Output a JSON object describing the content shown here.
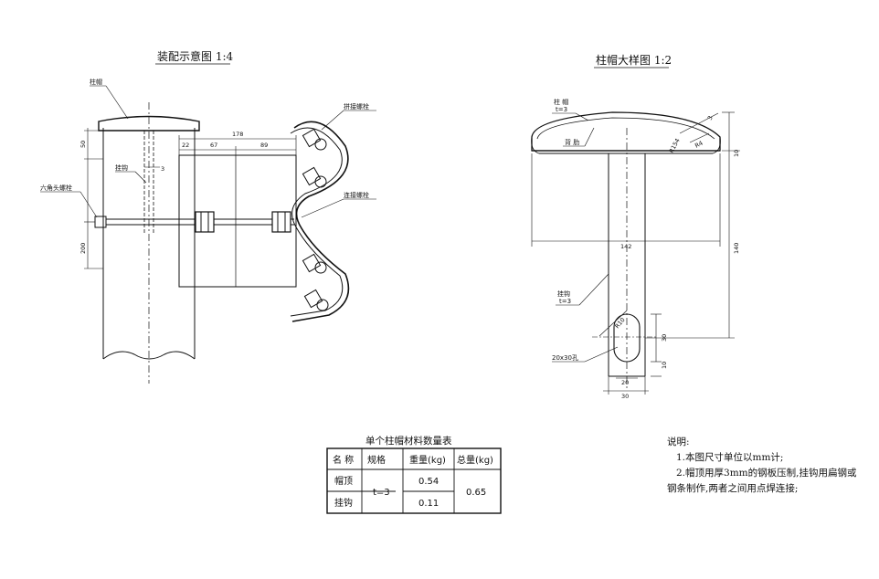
{
  "assembly": {
    "title": "装配示意图   1:4",
    "labels": {
      "post_cap": "柱帽",
      "hook": "挂钩",
      "hex_bolt": "六角头螺栓",
      "splice_bolt": "拼接螺栓",
      "connect_bolt": "连接螺栓"
    },
    "dims": {
      "top": "178",
      "seg1": "22",
      "seg2": "67",
      "seg3": "89",
      "cap_height": "50",
      "offset": "3",
      "lower": "200"
    }
  },
  "detail": {
    "title": "柱帽大样图   1:2",
    "labels": {
      "cap": "柱  帽",
      "cap_t": "t=3",
      "back_rib": "背  肋",
      "hook": "挂钩",
      "hook_t": "t=3",
      "slot": "20x30孔"
    },
    "dims": {
      "width": "142",
      "height": "140",
      "r_big": "R154",
      "r_small": "R4",
      "t3": "3",
      "d10_top": "10",
      "slot_h": "30",
      "slot_bottom": "10",
      "hook_w20": "20",
      "hook_w30": "30",
      "r10": "R10"
    }
  },
  "table": {
    "title": "单个柱帽材料数量表",
    "headers": [
      "名 称",
      "规格",
      "重量(kg)",
      "总量(kg)"
    ],
    "rows": [
      {
        "name": "帽顶",
        "weight": "0.54"
      },
      {
        "name": "挂钩",
        "weight": "0.11"
      }
    ],
    "spec": "t=3",
    "total": "0.65"
  },
  "notes": {
    "heading": "说明:",
    "line1": "1.本图尺寸单位以mm计;",
    "line2": "2.帽顶用厚3mm的钢板压制,挂钩用扁钢或",
    "line3": "钢条制作,两者之间用点焊连接;"
  }
}
